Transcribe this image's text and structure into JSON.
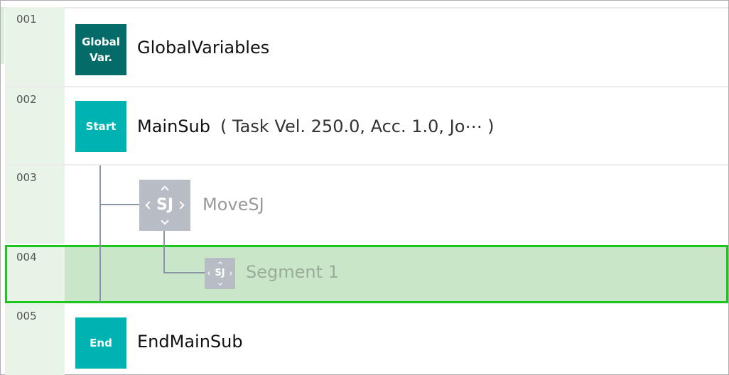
{
  "rows": [
    {
      "num": "001",
      "icon": "Global Var.",
      "icon_line1": "Global",
      "icon_line2": "Var.",
      "label": "GlobalVariables"
    },
    {
      "num": "002",
      "icon": "Start",
      "label": "MainSub",
      "params": "( Task Vel. 250.0, Acc. 1.0, Jo⋯ )"
    },
    {
      "num": "003",
      "icon": "SJ",
      "label": "MoveSJ"
    },
    {
      "num": "004",
      "icon": "SJ",
      "label": "Segment 1"
    },
    {
      "num": "005",
      "icon": "End",
      "label": "EndMainSub"
    }
  ],
  "colors": {
    "global": "#056b68",
    "start": "#00b3b3",
    "sj": "#b8bcc4",
    "selected_border": "#1ec51e",
    "selected_fill": "#c9e6c9"
  }
}
